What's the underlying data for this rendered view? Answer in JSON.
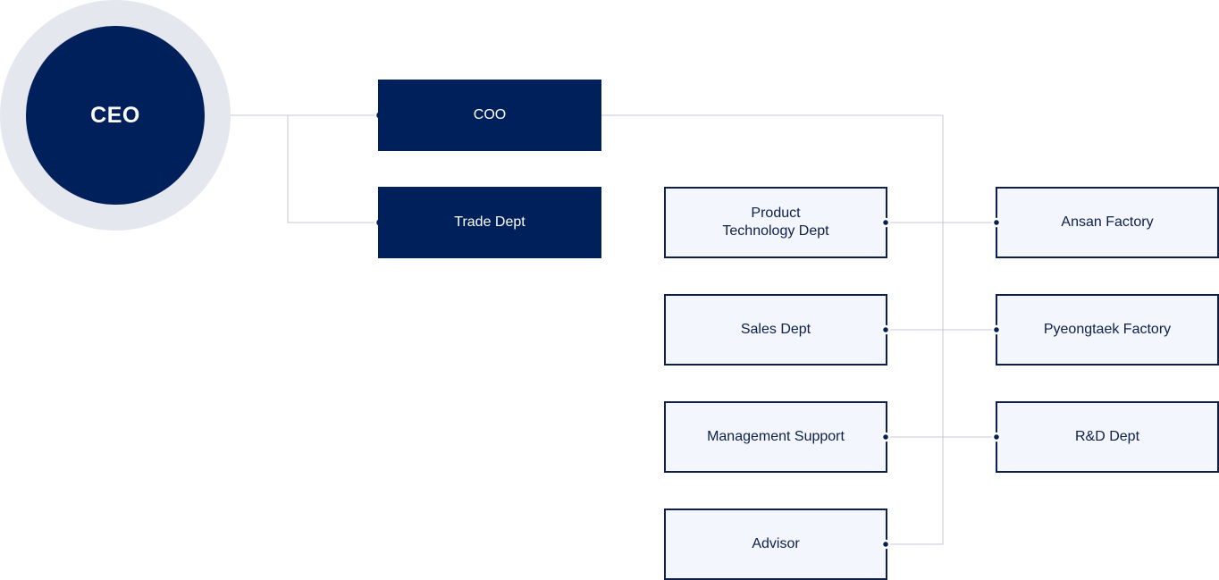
{
  "colors": {
    "primary": "#00205b",
    "ring": "#e5e7ee",
    "light_fill": "#f3f6fd",
    "connector": "#c7c9cf"
  },
  "ceo": {
    "label": "CEO"
  },
  "coo": {
    "label": "COO"
  },
  "trade": {
    "label": "Trade Dept"
  },
  "departments": [
    {
      "label": "Product\nTechnology Dept"
    },
    {
      "label": "Sales Dept"
    },
    {
      "label": "Management Support"
    },
    {
      "label": "Advisor"
    }
  ],
  "factories": [
    {
      "label": "Ansan Factory"
    },
    {
      "label": "Pyeongtaek Factory"
    },
    {
      "label": "R&D Dept"
    }
  ]
}
